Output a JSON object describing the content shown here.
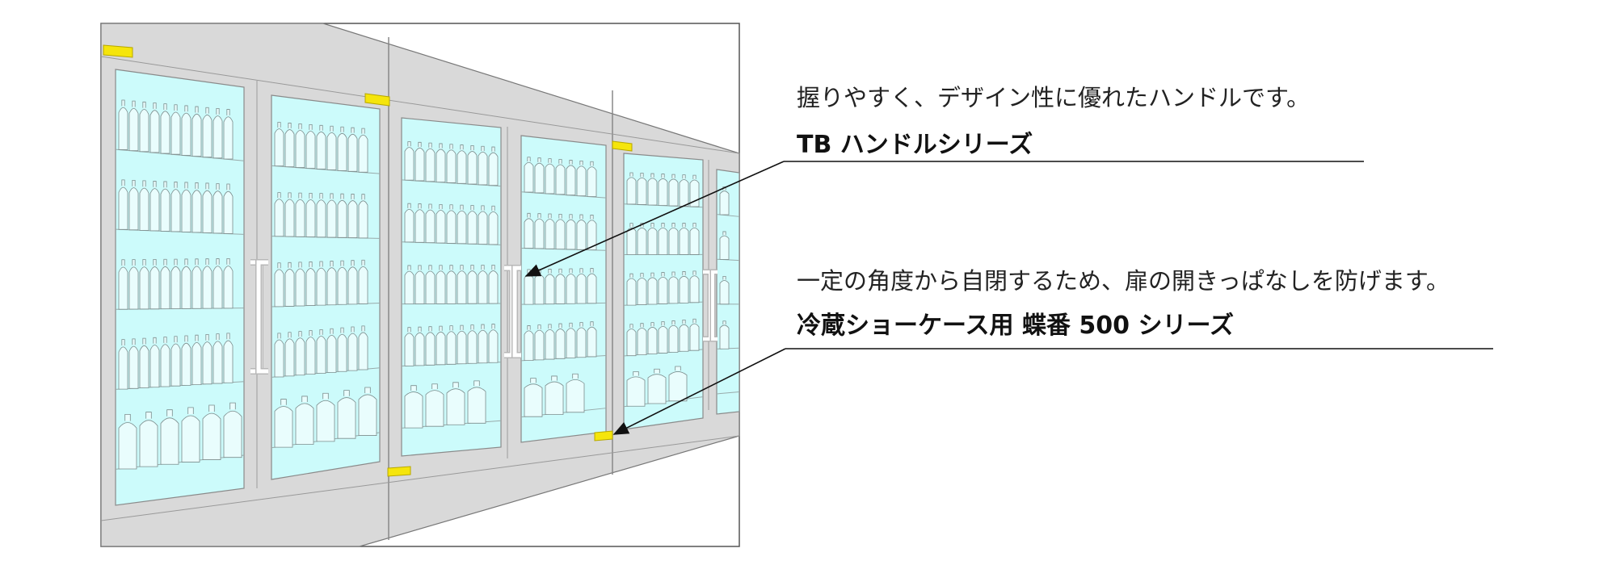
{
  "callouts": [
    {
      "description": "握りやすく、デザイン性に優れたハンドルです。",
      "title": "TB ハンドルシリーズ"
    },
    {
      "description": "一定の角度から自閉するため、扉の開きっぱなしを防げます。",
      "title": "冷蔵ショーケース用 蝶番 500 シリーズ"
    }
  ],
  "colors": {
    "frame": "#d9d9d9",
    "glass": "#ccfbfb",
    "hinge": "#f5e50c",
    "line": "#333333"
  }
}
